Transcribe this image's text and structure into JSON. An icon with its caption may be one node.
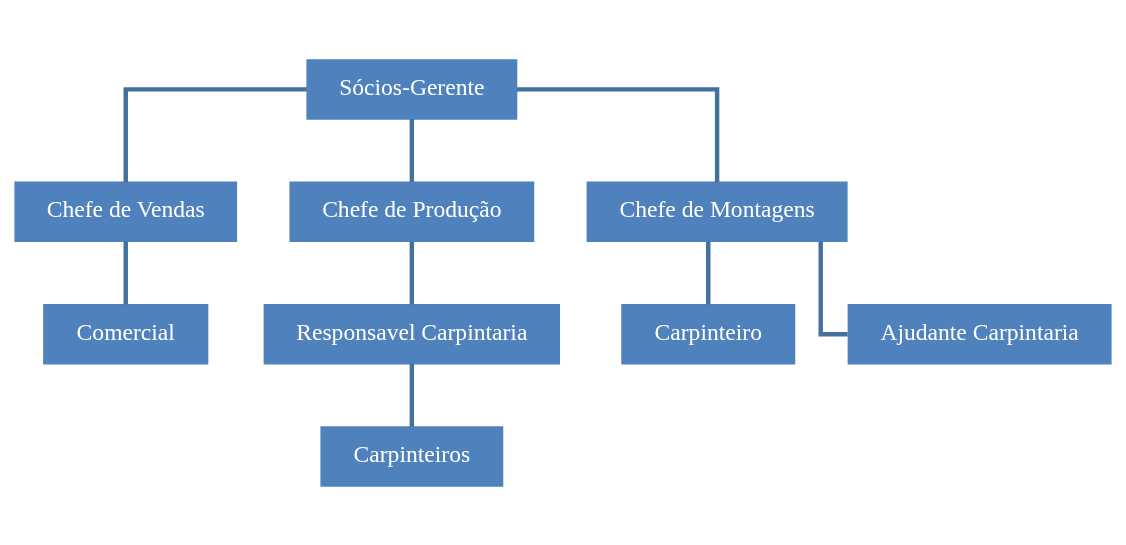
{
  "diagram": {
    "nodes": [
      {
        "text": [
          "Sócios-Gerente"
        ]
      },
      {
        "text": [
          "Chefe de Vendas"
        ]
      },
      {
        "text": [
          "Chefe de Produção"
        ]
      },
      {
        "text": [
          "Chefe de Montagens"
        ]
      },
      {
        "text": [
          "Comercial"
        ]
      },
      {
        "text": [
          "Responsavel Carpintaria"
        ]
      },
      {
        "text": [
          "Carpinteiros"
        ]
      },
      {
        "text": [
          "Carpinteiro"
        ]
      },
      {
        "text": [
          "Ajudante Carpintaria"
        ]
      }
    ],
    "edges": [
      {
        "from": 0,
        "to": 1,
        "arrow": "none"
      },
      {
        "from": 0,
        "to": 2,
        "arrow": "none"
      },
      {
        "from": 0,
        "to": 3,
        "arrow": "none"
      },
      {
        "from": 1,
        "to": 4,
        "arrow": "none"
      },
      {
        "from": 2,
        "to": 5,
        "arrow": "none"
      },
      {
        "from": 5,
        "to": 6,
        "arrow": "none"
      },
      {
        "from": 3,
        "to": 7,
        "arrow": "none"
      },
      {
        "from": 3,
        "to": 8,
        "arrow": "none"
      }
    ]
  }
}
